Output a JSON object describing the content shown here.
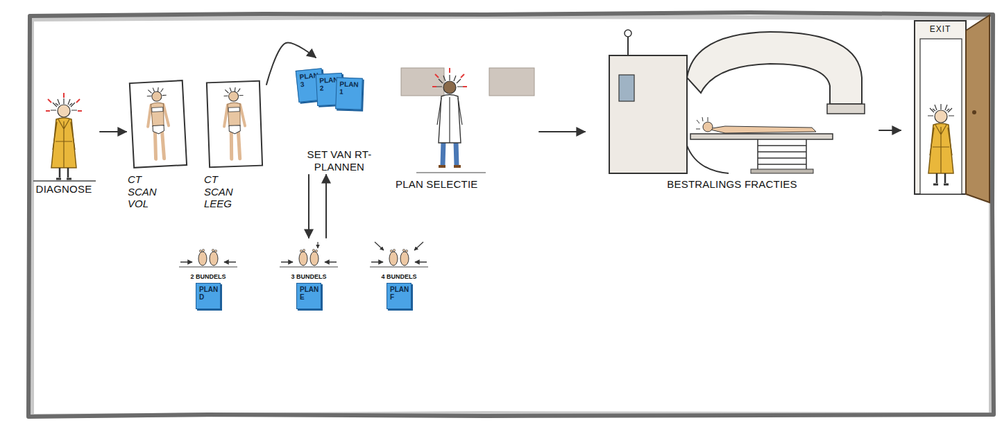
{
  "diagram": {
    "nodes": [
      {
        "text": [
          "DIAGNOSE"
        ]
      },
      {
        "text": [
          "CT SCAN VOL"
        ]
      },
      {
        "text": [
          "CT SCAN LEEG"
        ]
      },
      {
        "text": [
          "SET VAN RT-PLANNEN"
        ]
      },
      {
        "text": [
          "PLAN SELECTIE"
        ]
      },
      {
        "text": [
          "BESTRALINGS FRACTIES"
        ]
      },
      {
        "text": [
          "EXIT"
        ]
      },
      {
        "text": [
          "2 BUNDELS",
          "PLAN D"
        ]
      },
      {
        "text": [
          "3 BUNDELS",
          "PLAN E"
        ]
      },
      {
        "text": [
          "4 BUNDELS",
          "PLAN F"
        ]
      }
    ],
    "edges": [
      {
        "from": 0,
        "to": 1,
        "arrow": "to"
      },
      {
        "from": 2,
        "to": 3,
        "arrow": "to"
      },
      {
        "from": 3,
        "to": 8,
        "arrow": "to"
      },
      {
        "from": 8,
        "to": 3,
        "arrow": "to"
      },
      {
        "from": 4,
        "to": 5,
        "arrow": "to"
      },
      {
        "from": 5,
        "to": 6,
        "arrow": "to"
      }
    ],
    "labels": [
      "PLAN 3",
      "PLAN 2",
      "PLAN 1"
    ]
  }
}
